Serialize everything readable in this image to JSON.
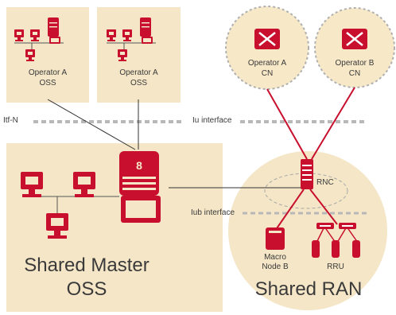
{
  "oss_boxes": [
    {
      "name": "Operator A",
      "sub": "OSS"
    },
    {
      "name": "Operator A",
      "sub": "OSS"
    }
  ],
  "core_networks": [
    {
      "name": "Operator A",
      "sub": "CN"
    },
    {
      "name": "Operator B",
      "sub": "CN"
    }
  ],
  "interfaces": {
    "itf_n": "Itf-N",
    "iu": "Iu interface",
    "iub": "Iub interface"
  },
  "shared_master_oss": {
    "line1": "Shared Master",
    "line2": "OSS"
  },
  "shared_ran": {
    "title": "Shared RAN",
    "rnc": "RNC",
    "macro_node_b": {
      "line1": "Macro",
      "line2": "Node B"
    },
    "rru": "RRU"
  },
  "colors": {
    "accent_red": "#c8102e",
    "panel_beige": "#f4e6c6",
    "cloud_beige": "#f7e8c8",
    "line_gray": "#b0b0b0"
  },
  "icons": [
    "pc-icon",
    "server-icon",
    "switch-cross-icon",
    "rnc-rack-icon",
    "node-b-icon",
    "rru-icon",
    "splitter-icon"
  ]
}
